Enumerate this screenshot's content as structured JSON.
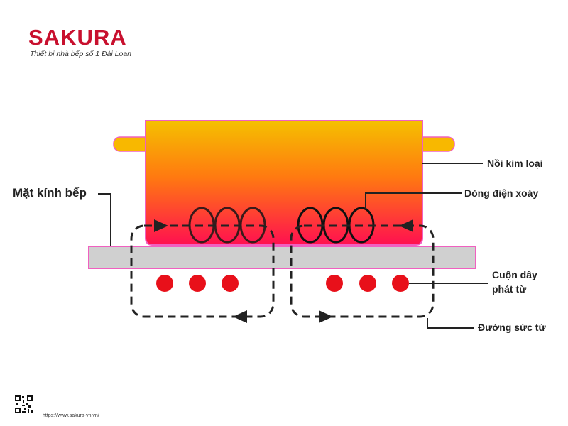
{
  "brand": {
    "name": "SAKURA",
    "tagline": "Thiết bị nhà bếp số 1 Đài Loan",
    "color": "#c8102e"
  },
  "labels": {
    "glass": "Mặt kính bếp",
    "pot": "Nồi kim loại",
    "eddy": "Dòng điện xoáy",
    "coil_line1": "Cuộn dây",
    "coil_line2": "phát từ",
    "fieldlines": "Đường sức từ"
  },
  "footer": {
    "url": "https://www.sakura-vn.vn/"
  },
  "colors": {
    "pot_top": "#f5c000",
    "pot_bottom": "#ff1050",
    "pot_outline": "#f060c0",
    "glass_fill": "#d0d0d0",
    "coil_dot": "#e8101a",
    "line": "#222222"
  }
}
